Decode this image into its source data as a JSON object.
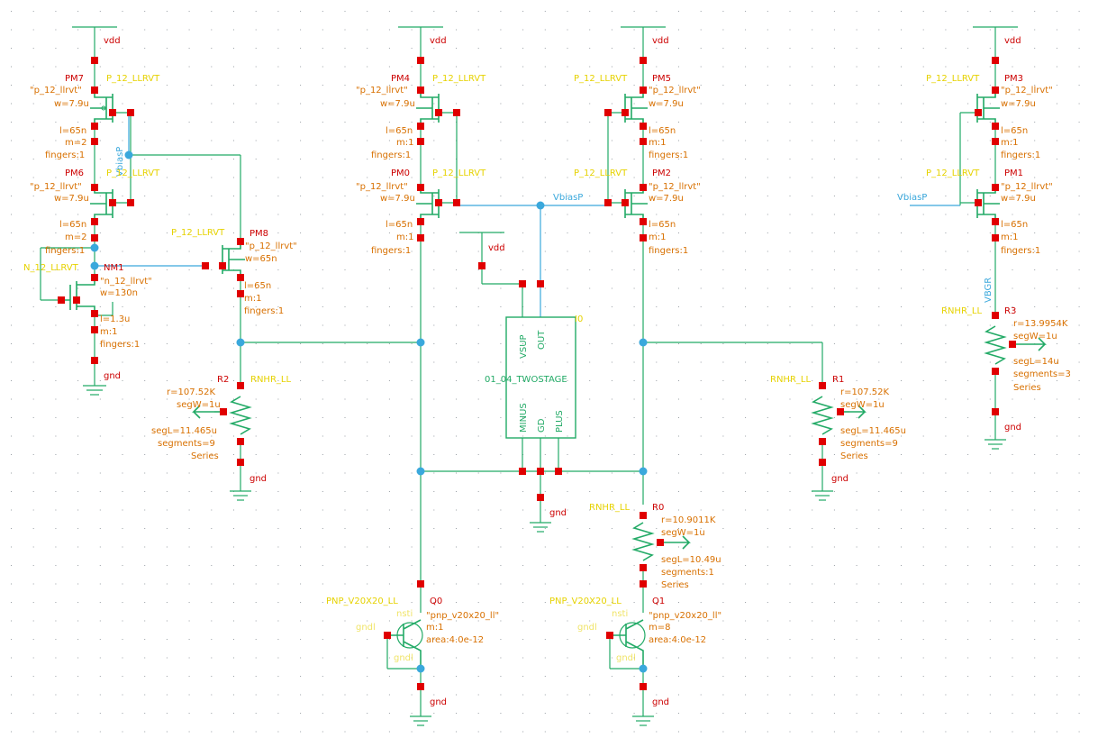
{
  "canvas": {
    "background": "#ffffff",
    "grid_color": "#9aa0a6",
    "wire_color": "#22aa66",
    "net_color": "#3aa8dc",
    "pin_color": "#e00000"
  },
  "supplies": {
    "vdd": "vdd",
    "gnd": "gnd",
    "gnd_lower": "gndl"
  },
  "nets": {
    "vbiasp": "VbiasP",
    "vbgr": "VBGR"
  },
  "opamp": {
    "inst": "I0",
    "cell": "01_04_TWOSTAGE",
    "pins": [
      "VSUP",
      "OUT",
      "MINUS",
      "GD",
      "PLUS"
    ]
  },
  "pmos": {
    "PM7": {
      "name": "PM7",
      "model": "P_12_LLRVT",
      "cell": "\"p_12_llrvt\"",
      "w": "w=7.9u",
      "l": "l=65n",
      "m": "m=2",
      "f": "fingers:1"
    },
    "PM6": {
      "name": "PM6",
      "model": "P_12_LLRVT",
      "cell": "\"p_12_llrvt\"",
      "w": "w=7.9u",
      "l": "l=65n",
      "m": "m=2",
      "f": "fingers:1"
    },
    "PM4": {
      "name": "PM4",
      "model": "P_12_LLRVT",
      "cell": "\"p_12_llrvt\"",
      "w": "w=7.9u",
      "l": "l=65n",
      "m": "m:1",
      "f": "fingers:1"
    },
    "PM0": {
      "name": "PM0",
      "model": "P_12_LLRVT",
      "cell": "\"p_12_llrvt\"",
      "w": "w=7.9u",
      "l": "l=65n",
      "m": "m:1",
      "f": "fingers:1"
    },
    "PM5": {
      "name": "PM5",
      "model": "P_12_LLRVT",
      "cell": "\"p_12_llrvt\"",
      "w": "w=7.9u",
      "l": "l=65n",
      "m": "m:1",
      "f": "fingers:1"
    },
    "PM2": {
      "name": "PM2",
      "model": "P_12_LLRVT",
      "cell": "\"p_12_llrvt\"",
      "w": "w=7.9u",
      "l": "l=65n",
      "m": "m:1",
      "f": "fingers:1"
    },
    "PM3": {
      "name": "PM3",
      "model": "P_12_LLRVT",
      "cell": "\"p_12_llrvt\"",
      "w": "w=7.9u",
      "l": "l=65n",
      "m": "m:1",
      "f": "fingers:1"
    },
    "PM1": {
      "name": "PM1",
      "model": "P_12_LLRVT",
      "cell": "\"p_12_llrvt\"",
      "w": "w=7.9u",
      "l": "l=65n",
      "m": "m:1",
      "f": "fingers:1"
    },
    "PM8": {
      "name": "PM8",
      "model": "P_12_LLRVT",
      "cell": "\"p_12_llrvt\"",
      "w": "w=65n",
      "l": "l=65n",
      "m": "m:1",
      "f": "fingers:1"
    }
  },
  "nmos": {
    "NM1": {
      "name": "NM1",
      "model": "N_12_LLRVT",
      "cell": "\"n_12_llrvt\"",
      "w": "w=130n",
      "l": "l=1.3u",
      "m": "m:1",
      "f": "fingers:1"
    }
  },
  "resistors": {
    "R2": {
      "name": "R2",
      "model": "RNHR_LL",
      "r": "r=107.52K",
      "segw": "segW=1u",
      "segl": "segL=11.465u",
      "segs": "segments=9",
      "series": "Series"
    },
    "R1": {
      "name": "R1",
      "model": "RNHR_LL",
      "r": "r=107.52K",
      "segw": "segW=1u",
      "segl": "segL=11.465u",
      "segs": "segments=9",
      "series": "Series"
    },
    "R0": {
      "name": "R0",
      "model": "RNHR_LL",
      "r": "r=10.9011K",
      "segw": "segW=1u",
      "segl": "segL=10.49u",
      "segs": "segments:1",
      "series": "Series"
    },
    "R3": {
      "name": "R3",
      "model": "RNHR_LL",
      "r": "r=13.9954K",
      "segw": "segW=1u",
      "segl": "segL=14u",
      "segs": "segments=3",
      "series": "Series"
    }
  },
  "bjts": {
    "Q0": {
      "name": "Q0",
      "model": "PNP_V20X20_LL",
      "cell": "\"pnp_v20x20_ll\"",
      "m": "m:1",
      "area": "area:4.0e-12",
      "term": "nsti"
    },
    "Q1": {
      "name": "Q1",
      "model": "PNP_V20X20_LL",
      "cell": "\"pnp_v20x20_ll\"",
      "m": "m=8",
      "area": "area:4.0e-12",
      "term": "nsti"
    }
  }
}
